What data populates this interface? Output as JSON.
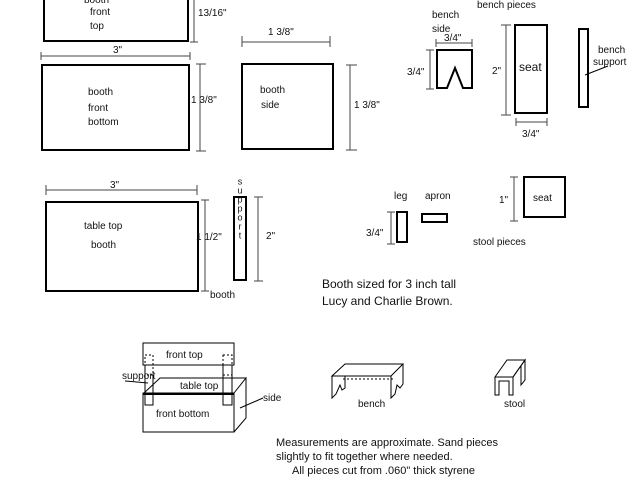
{
  "booth_front_top": {
    "l1": "booth",
    "l2": "front",
    "l3": "top",
    "height": "13/16\""
  },
  "booth_front_bottom": {
    "width": "3\"",
    "l1": "booth",
    "l2": "front",
    "l3": "bottom",
    "height": "1 3/8\""
  },
  "booth_side": {
    "width": "1 3/8\"",
    "l1": "booth",
    "l2": "side",
    "height": "1 3/8\""
  },
  "bench": {
    "title": "bench pieces",
    "side_l1": "bench",
    "side_l2": "side",
    "side_width": "3/4\"",
    "side_height": "3/4\"",
    "seat": "seat",
    "seat_height": "2\"",
    "seat_width": "3/4\"",
    "support_l1": "bench",
    "support_l2": "support"
  },
  "table_top": {
    "width": "3\"",
    "l1": "table top",
    "l2": "booth",
    "height": "1 1/2\"",
    "below": "booth",
    "support": "support",
    "support_height": "2\""
  },
  "stool": {
    "leg": "leg",
    "apron": "apron",
    "leg_height": "3/4\"",
    "seat": "seat",
    "seat_height": "1\"",
    "title": "stool pieces"
  },
  "note": {
    "l1": "Booth sized for 3 inch tall",
    "l2": "Lucy and Charlie Brown."
  },
  "assembly": {
    "front_top": "front top",
    "support": "support",
    "table_top": "table top",
    "side": "side",
    "front_bottom": "front bottom",
    "bench": "bench",
    "stool": "stool"
  },
  "footer": {
    "l1": "Measurements are approximate. Sand pieces",
    "l2": "slightly to fit together where needed.",
    "l3": "All pieces cut from .060\" thick styrene"
  }
}
